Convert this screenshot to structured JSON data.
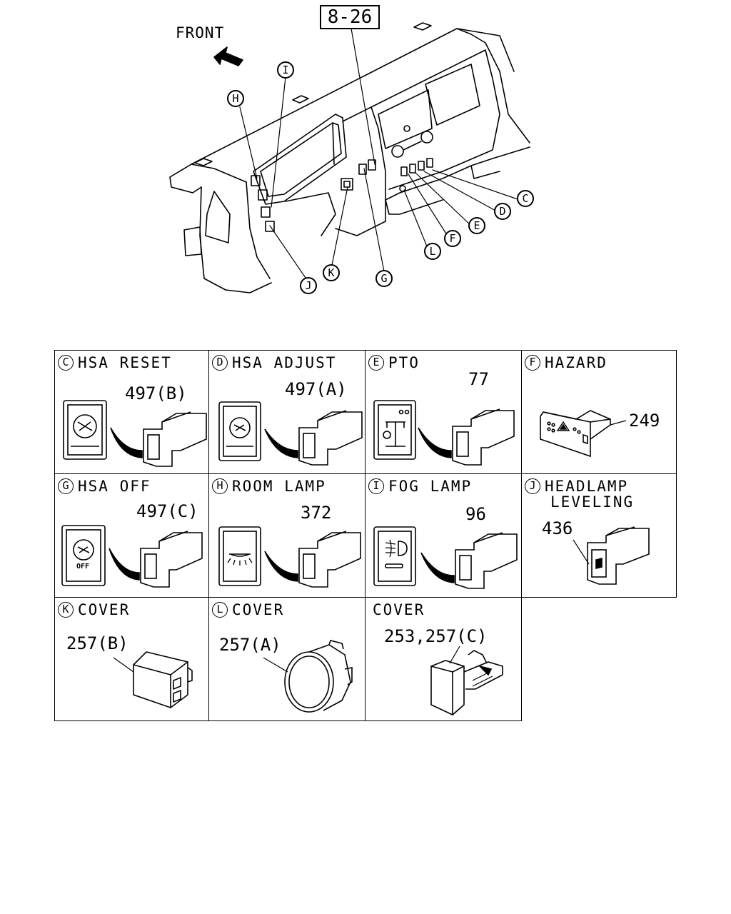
{
  "overview": {
    "front_label": "FRONT",
    "ref_label": "8-26",
    "callouts": [
      "C",
      "D",
      "E",
      "F",
      "G",
      "H",
      "I",
      "J",
      "K",
      "L"
    ]
  },
  "parts": [
    {
      "letter": "C",
      "title": "HSA RESET",
      "part_no": "497(B)"
    },
    {
      "letter": "D",
      "title": "HSA ADJUST",
      "part_no": "497(A)"
    },
    {
      "letter": "E",
      "title": "PTO",
      "part_no": "77"
    },
    {
      "letter": "F",
      "title": "HAZARD",
      "part_no": "249"
    },
    {
      "letter": "G",
      "title": "HSA OFF",
      "part_no": "497(C)",
      "icon_text": "OFF"
    },
    {
      "letter": "H",
      "title": "ROOM LAMP",
      "part_no": "372"
    },
    {
      "letter": "I",
      "title": "FOG LAMP",
      "part_no": "96"
    },
    {
      "letter": "J",
      "title": "HEADLAMP",
      "title_line2": "LEVELING",
      "part_no": "436"
    },
    {
      "letter": "K",
      "title": "COVER",
      "part_no": "257(B)"
    },
    {
      "letter": "L",
      "title": "COVER",
      "part_no": "257(A)"
    },
    {
      "letter": "",
      "title": "COVER",
      "part_no": "253,257(C)"
    }
  ],
  "icons": {
    "front_arrow": "arrow-icon",
    "switch": "rocker-switch-icon",
    "cover": "blank-cover-icon"
  }
}
